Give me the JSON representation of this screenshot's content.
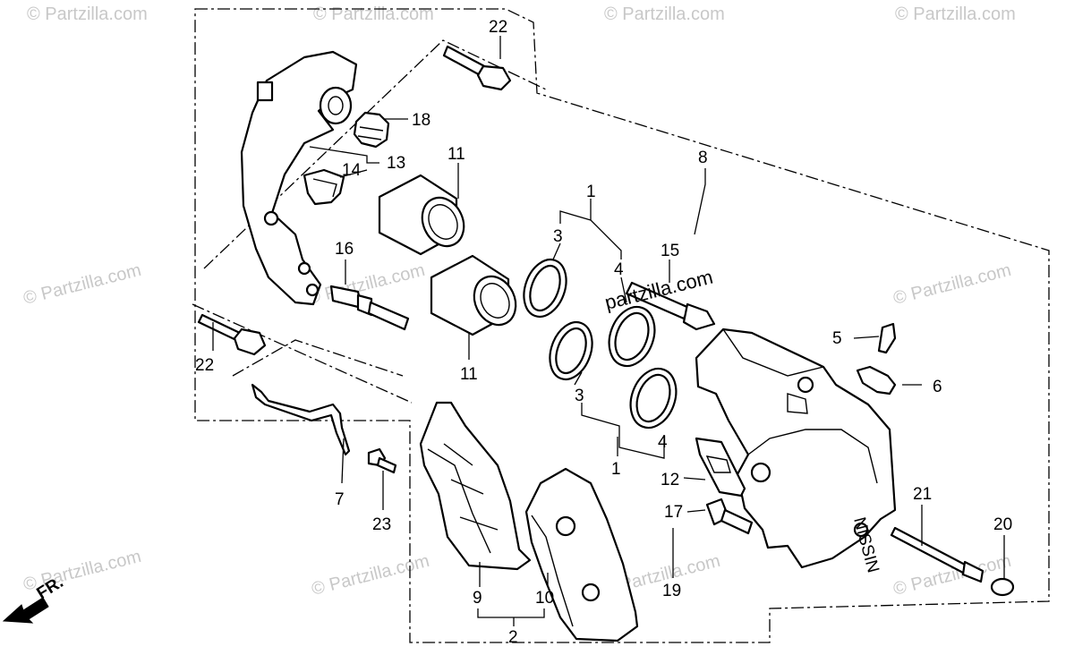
{
  "watermark": {
    "text": "© Partzilla.com",
    "inline_text": "partzilla.com"
  },
  "direction": {
    "label": "FR."
  },
  "callouts": {
    "c1a": "1",
    "c1b": "1",
    "c2": "2",
    "c3a": "3",
    "c3b": "3",
    "c4a": "4",
    "c4b": "4",
    "c5": "5",
    "c6": "6",
    "c7": "7",
    "c8": "8",
    "c9": "9",
    "c10": "10",
    "c11a": "11",
    "c11b": "11",
    "c12": "12",
    "c13": "13",
    "c14": "14",
    "c15": "15",
    "c16": "16",
    "c17": "17",
    "c18": "18",
    "c19": "19",
    "c20": "20",
    "c21": "21",
    "c22a": "22",
    "c22b": "22",
    "c23": "23"
  },
  "caliper_marking": "NISSIN"
}
